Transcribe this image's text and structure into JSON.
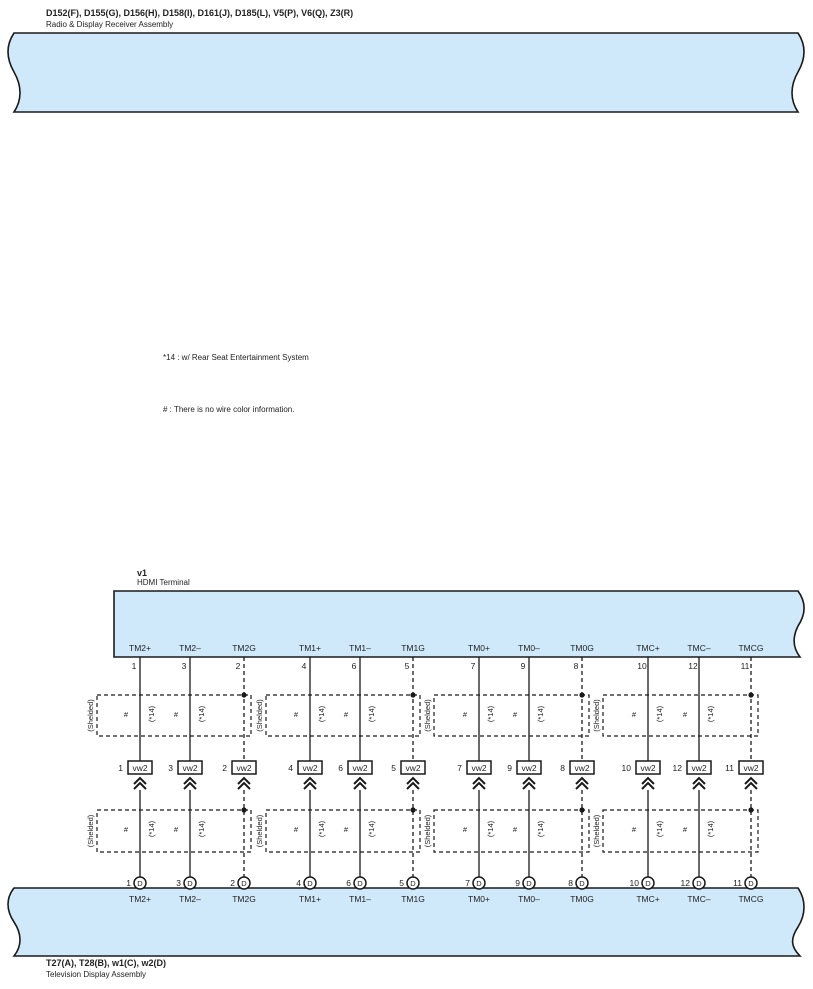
{
  "top_component": {
    "codes": "D152(F), D155(G), D156(H), D158(I), D161(J), D185(L), V5(P), V6(Q), Z3(R)",
    "name": "Radio & Display Receiver Assembly"
  },
  "notes": {
    "note1": "*14 : w/ Rear Seat Entertainment System",
    "note2": "# : There is no wire color information."
  },
  "hdmi_terminal": {
    "code": "v1",
    "name": "HDMI Terminal"
  },
  "bottom_component": {
    "codes": "T27(A), T28(B), w1(C), w2(D)",
    "name": "Television Display Assembly"
  },
  "wire_marks": {
    "hash": "#",
    "star14": "(*14)",
    "shielded": "(Shelded)"
  },
  "connector_code": "vw2",
  "bottom_connector_letter": "D",
  "groups": [
    {
      "pins": [
        {
          "label": "TM2+",
          "num": "1"
        },
        {
          "label": "TM2–",
          "num": "3"
        },
        {
          "label": "TM2G",
          "num": "2"
        }
      ]
    },
    {
      "pins": [
        {
          "label": "TM1+",
          "num": "4"
        },
        {
          "label": "TM1–",
          "num": "6"
        },
        {
          "label": "TM1G",
          "num": "5"
        }
      ]
    },
    {
      "pins": [
        {
          "label": "TM0+",
          "num": "7"
        },
        {
          "label": "TM0–",
          "num": "9"
        },
        {
          "label": "TM0G",
          "num": "8"
        }
      ]
    },
    {
      "pins": [
        {
          "label": "TMC+",
          "num": "10"
        },
        {
          "label": "TMC–",
          "num": "12"
        },
        {
          "label": "TMCG",
          "num": "11"
        }
      ]
    }
  ],
  "colors": {
    "component_fill": "#cfe9fb",
    "line": "#1a1a1a"
  }
}
